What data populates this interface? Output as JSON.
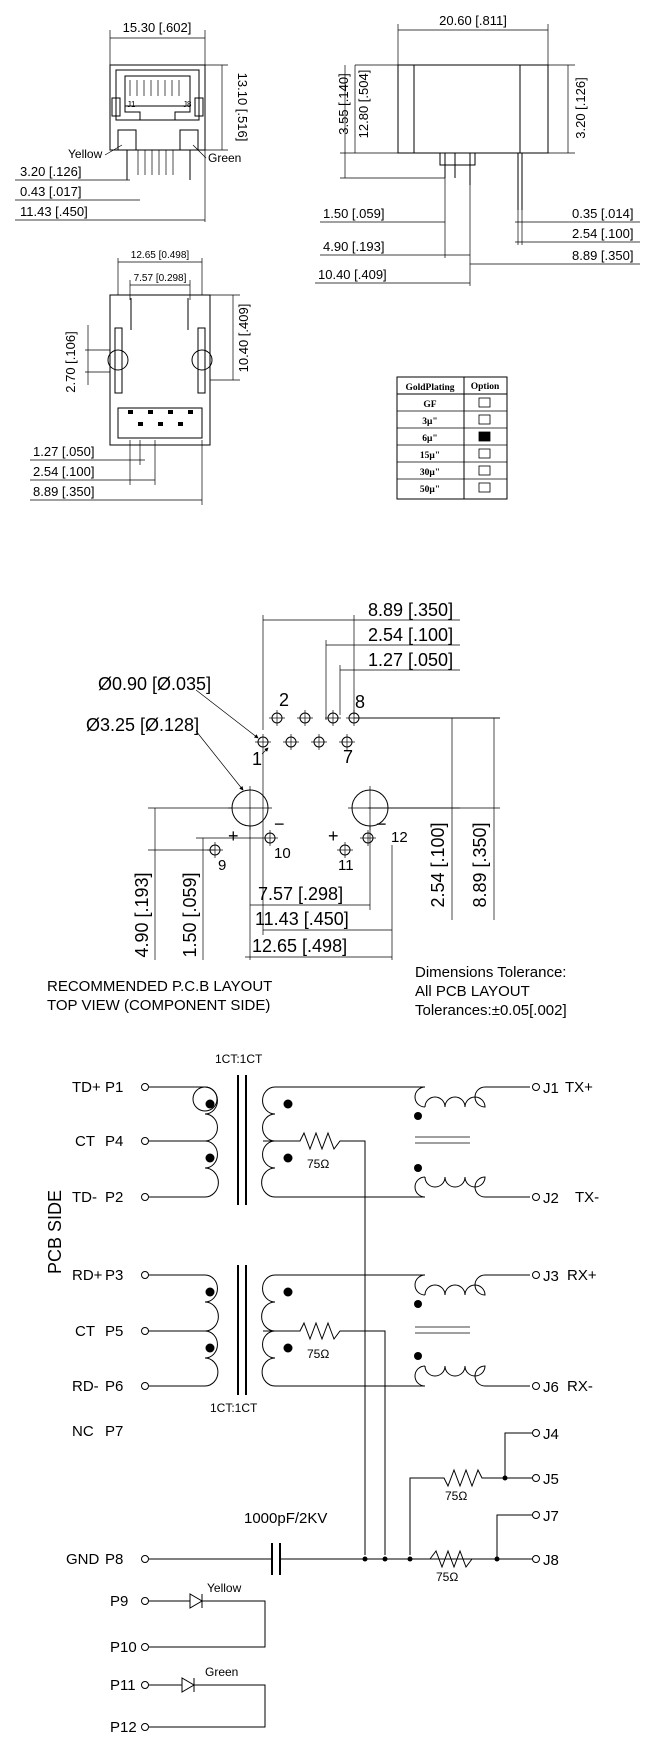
{
  "side_view": {
    "width": "15.30 [.602]",
    "height": "13.10 [.516]",
    "j1": "J1",
    "j8": "J8",
    "yellow": "Yellow",
    "green": "Green",
    "d1": "3.20 [.126]",
    "d2": "0.43 [.017]",
    "d3": "11.43 [.450]"
  },
  "front_view": {
    "width": "20.60 [.811]",
    "h1": "3.55 [.140]",
    "h2": "12.80 [.504]",
    "h3": "3.20 [.126]",
    "d1": "1.50 [.059]",
    "d2": "4.90 [.193]",
    "d3": "10.40 [.409]",
    "r1": "0.35 [.014]",
    "r2": "2.54 [.100]",
    "r3": "8.89 [.350]"
  },
  "bottom_view": {
    "w1": "12.65 [0.498]",
    "w2": "7.57 [0.298]",
    "h1": "10.40 [.409]",
    "h2": "2.70 [.106]",
    "d1": "1.27 [.050]",
    "d2": "2.54 [.100]",
    "d3": "8.89 [.350]"
  },
  "plating_table": {
    "headers": [
      "GoldPlating",
      "Option"
    ],
    "rows": [
      {
        "label": "GF",
        "checked": false
      },
      {
        "label": "3μ\"",
        "checked": false
      },
      {
        "label": "6μ\"",
        "checked": true
      },
      {
        "label": "15μ\"",
        "checked": false
      },
      {
        "label": "30μ\"",
        "checked": false
      },
      {
        "label": "50μ\"",
        "checked": false
      }
    ]
  },
  "pcb_layout": {
    "d_top1": "8.89 [.350]",
    "d_top2": "2.54 [.100]",
    "d_top3": "1.27 [.050]",
    "hole_small": "Ø0.90 [Ø.035]",
    "hole_big": "Ø3.25 [Ø.128]",
    "p1": "1",
    "p2": "2",
    "p7": "7",
    "p8": "8",
    "p9": "9",
    "p10": "10",
    "p11": "11",
    "p12": "12",
    "plus": "+",
    "minus": "−",
    "v1": "4.90 [.193]",
    "v2": "1.50 [.059]",
    "v3": "2.54 [.100]",
    "v4": "8.89 [.350]",
    "h1": "7.57 [.298]",
    "h2": "11.43 [.450]",
    "h3": "12.65 [.498]",
    "caption1": "RECOMMENDED P.C.B LAYOUT",
    "caption2": "TOP VIEW (COMPONENT SIDE)",
    "tol1": "Dimensions Tolerance:",
    "tol2": "All PCB LAYOUT",
    "tol3": "Tolerances:±0.05[.002]"
  },
  "schematic": {
    "pcb_side": "PCB SIDE",
    "ratio_top": "1CT:1CT",
    "ratio_bot": "1CT:1CT",
    "left_pins": [
      {
        "sig": "TD+",
        "pin": "P1"
      },
      {
        "sig": "CT",
        "pin": "P4"
      },
      {
        "sig": "TD-",
        "pin": "P2"
      },
      {
        "sig": "RD+",
        "pin": "P3"
      },
      {
        "sig": "CT",
        "pin": "P5"
      },
      {
        "sig": "RD-",
        "pin": "P6"
      },
      {
        "sig": "NC",
        "pin": "P7"
      },
      {
        "sig": "GND",
        "pin": "P8"
      }
    ],
    "right_pins": [
      {
        "pin": "J1",
        "sig": "TX+"
      },
      {
        "pin": "J2",
        "sig": "TX-"
      },
      {
        "pin": "J3",
        "sig": "RX+"
      },
      {
        "pin": "J6",
        "sig": "RX-"
      },
      {
        "pin": "J4",
        "sig": ""
      },
      {
        "pin": "J5",
        "sig": ""
      },
      {
        "pin": "J7",
        "sig": ""
      },
      {
        "pin": "J8",
        "sig": ""
      }
    ],
    "r_label": "75Ω",
    "cap_label": "1000pF/2KV",
    "led_pins": [
      "P9",
      "P10",
      "P11",
      "P12"
    ],
    "led_yellow": "Yellow",
    "led_green": "Green"
  }
}
